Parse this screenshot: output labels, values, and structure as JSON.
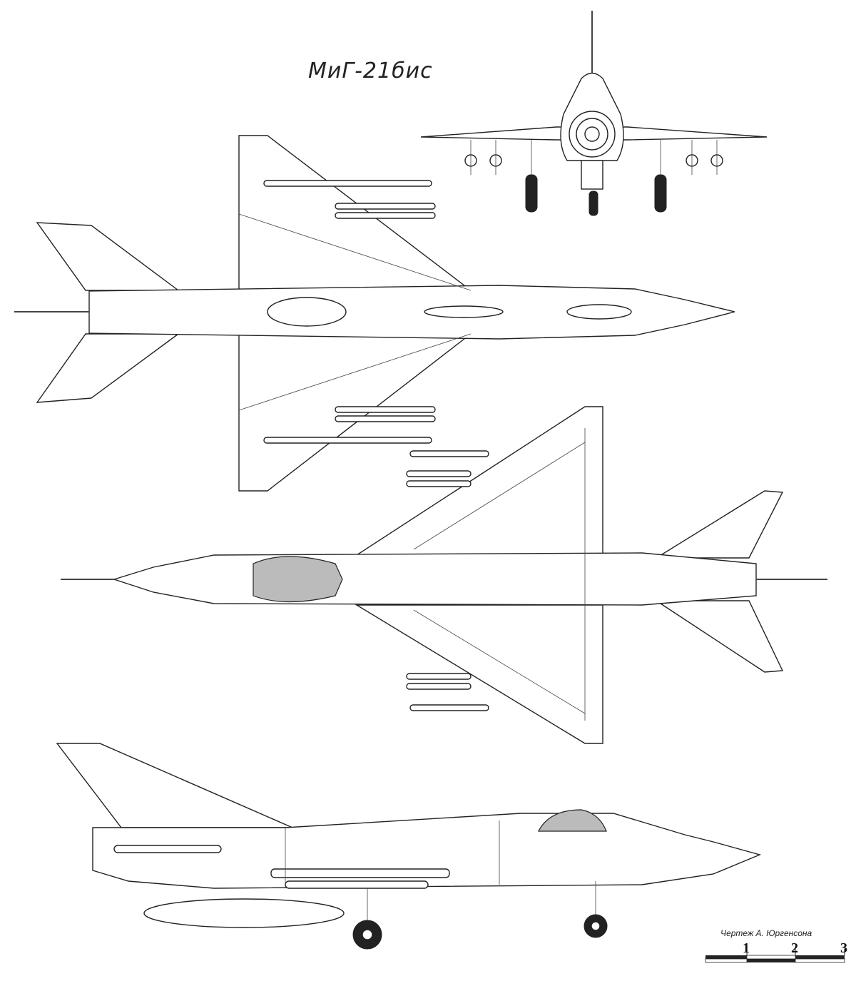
{
  "drawing": {
    "title": "МиГ-21бис",
    "credit": "Чертеж А. Юргенсона",
    "scale_bar": {
      "labels": [
        "1",
        "2",
        "3"
      ],
      "unit_segments": 3
    }
  },
  "views": [
    "top-view",
    "bottom-view",
    "side-view",
    "front-view"
  ],
  "colors": {
    "line": "#222222",
    "canopy": "#bbbbbb",
    "background": "#ffffff"
  }
}
